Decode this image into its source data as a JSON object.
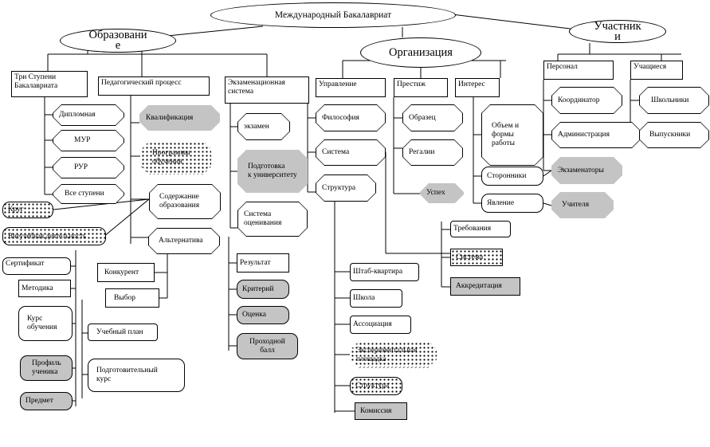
{
  "nodes": {
    "root": "Международный Бакалавриат",
    "obrazovanie": "Образовани\nе",
    "uchastniki": "Участник\nи",
    "organizaciya": "Организация",
    "tri_stupeni": "Три Ступени\nБакалавриата",
    "diplomnaya": "Дипломная",
    "myp": "МУР",
    "pyp": "РУР",
    "vse_stupeni": "Все ступени",
    "ped_process": "Педагогический процесс",
    "kvalifikaciya": "Квалификация",
    "programmy": "Программы\nобучения",
    "soderzhanie": "Содержание\nобразования",
    "alternativa": "Альтернатива",
    "krug": "Круг",
    "vneuchebnaya": "Внеучебная деятельность",
    "sertifikat": "Сертификат",
    "metodika": "Методика",
    "kurs_obucheniya": "Курс\nобучения",
    "profil": "Профиль\nученика",
    "predmet": "Предмет",
    "konkurent": "Конкурент",
    "vybor": "Выбор",
    "uchebny_plan": "Учебный план",
    "podgot_kurs": "Подготовительный\nкурс",
    "ekzam_sistema": "Экзаменационная\nсистема",
    "ekzamen": "экзамен",
    "podgotovka": "Подготовка\nк университету",
    "sistema_ocen": "Система\nоценивания",
    "rezultat": "Результат",
    "kriteriy": "Критерий",
    "ocenka": "Оценка",
    "prohodnoy": "Проходной\nбалл",
    "upravlenie": "Управление",
    "filosofiya": "Философия",
    "sistema": "Система",
    "struktura": "Структура",
    "shtab": "Штаб-квартира",
    "shkola": "Школа",
    "associaciya": "Ассоциация",
    "eksper_ploshchadka": "Экспериментальная\nплощадка",
    "struktura2": "Структура",
    "komissiya": "Комиссия",
    "trebovaniya": "Требования",
    "sistema2": "Система",
    "akkreditaciya": "Аккредитация",
    "prestizh": "Престиж",
    "obrazec": "Образец",
    "regalii": "Регалии",
    "uspeh": "Успех",
    "interes": "Интерес",
    "obyom": "Объем и\nформы\nработы",
    "storonniki": "Сторонники",
    "yavlenie": "Явление",
    "personal": "Персонал",
    "koordinator": "Координатор",
    "administraciya": "Администрация",
    "ekzamenatory": "Экзаменаторы",
    "uchitelya": "Учителя",
    "uchashchiesya": "Учащиеся",
    "shkolniki": "Школьники",
    "vypuskniki": "Выпускники"
  }
}
